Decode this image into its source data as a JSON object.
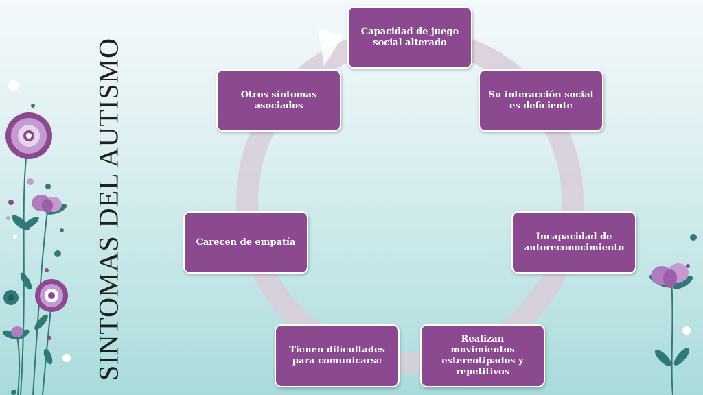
{
  "slide": {
    "title": "SINTOMAS DEL AUTISMO",
    "cycle_items": [
      "Capacidad de juego social alterado",
      "Su interacción social es deficiente",
      "Incapacidad de autoreconocimiento",
      "Realizan movimientos estereotipados y repetitivos",
      "Tienen dificultades para comunicarse",
      "Carecen de empatía",
      "Otros síntomas asociados"
    ]
  },
  "colors": {
    "box_fill": "#8b4a90",
    "ring": "#d9ccdb",
    "flower_purple": "#b07cc0",
    "leaf_teal": "#2f7a78"
  }
}
